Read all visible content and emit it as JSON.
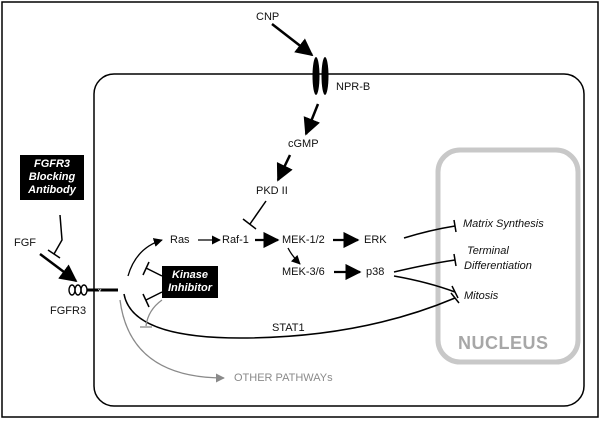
{
  "labels": {
    "cnp": "CNP",
    "npr_b": "NPR-B",
    "cgmp": "cGMP",
    "pkd2": "PKD II",
    "ras": "Ras",
    "raf1": "Raf-1",
    "mek12": "MEK-1/2",
    "erk": "ERK",
    "mek36": "MEK-3/6",
    "p38": "p38",
    "fgf": "FGF",
    "fgfr3": "FGFR3",
    "stat1": "STAT1",
    "other": "OTHER PATHWAYs",
    "nucleus": "NUCLEUS"
  },
  "boxes": {
    "antibody": [
      "FGFR3",
      "Blocking",
      "Antibody"
    ],
    "kinase": [
      "Kinase",
      "Inhibitor"
    ]
  },
  "outcomes": {
    "matrix": "Matrix Synthesis",
    "terminal_1": "Terminal",
    "terminal_2": "Differentiation",
    "mitosis": "Mitosis"
  },
  "colors": {
    "ink": "#000000",
    "nucleus": "#c8c8c8",
    "nucleus_text": "#a7a7a7",
    "other_pathways": "#8a8a8a"
  }
}
